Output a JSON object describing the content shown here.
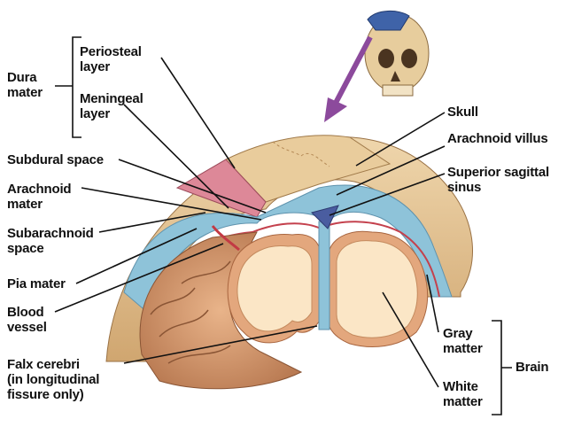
{
  "labels": {
    "dura_mater": "Dura\nmater",
    "periosteal_layer": "Periosteal\nlayer",
    "meningeal_layer": "Meningeal\nlayer",
    "subdural_space": "Subdural space",
    "arachnoid_mater": "Arachnoid\nmater",
    "subarachnoid_space": "Subarachnoid\nspace",
    "pia_mater": "Pia mater",
    "blood_vessel": "Blood\nvessel",
    "falx_cerebri": "Falx cerebri\n(in longitudinal\nfissure only)",
    "skull": "Skull",
    "arachnoid_villus": "Arachnoid villus",
    "superior_sagittal_sinus": "Superior sagittal\nsinus",
    "gray_matter": "Gray\nmatter",
    "white_matter": "White\nmatter",
    "brain": "Brain"
  },
  "colors": {
    "bone": "#e2c394",
    "dura": "#d9828f",
    "arachnoid": "#8ec3d9",
    "brain_white": "#fbe6c6",
    "brain_gray": "#e3a77d",
    "vessel": "#4a5da0",
    "pointer_arrow": "#8c4a9c"
  }
}
